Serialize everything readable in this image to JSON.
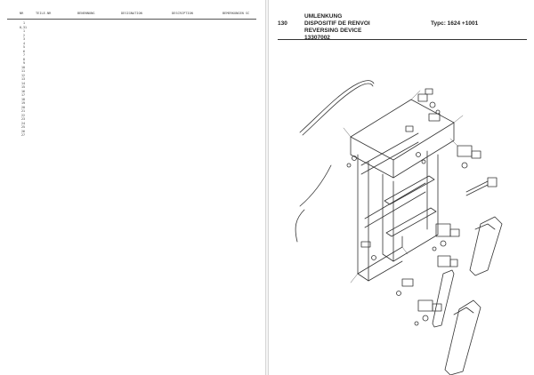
{
  "left_page": {
    "headers": {
      "pos": "NR",
      "qty": "",
      "part": "TEILE-NR",
      "de": "BENENNUNG",
      "fr": "DESIGNATION",
      "en": "DESCRIPTION",
      "rem": "BEMERKUNGEN  SC"
    },
    "rows": [
      {
        "pos": "1",
        "qty": "",
        "part": "",
        "de": "",
        "fr": "",
        "en": "",
        "rem": ""
      },
      {
        "pos": "0,31",
        "qty": "",
        "part": "",
        "de": "",
        "fr": "",
        "en": "",
        "rem": ""
      },
      {
        "pos": "1",
        "qty": "",
        "part": "",
        "de": "",
        "fr": "",
        "en": "",
        "rem": ""
      },
      {
        "pos": "2",
        "qty": "",
        "part": "",
        "de": "",
        "fr": "",
        "en": "",
        "rem": ""
      },
      {
        "pos": "3",
        "qty": "",
        "part": "",
        "de": "",
        "fr": "",
        "en": "",
        "rem": ""
      },
      {
        "pos": "4",
        "qty": "",
        "part": "",
        "de": "",
        "fr": "",
        "en": "",
        "rem": ""
      },
      {
        "pos": "5",
        "qty": "",
        "part": "",
        "de": "",
        "fr": "",
        "en": "",
        "rem": ""
      },
      {
        "pos": "6",
        "qty": "",
        "part": "",
        "de": "",
        "fr": "",
        "en": "",
        "rem": ""
      },
      {
        "pos": "7",
        "qty": "",
        "part": "",
        "de": "",
        "fr": "",
        "en": "",
        "rem": ""
      },
      {
        "pos": "8",
        "qty": "",
        "part": "",
        "de": "",
        "fr": "",
        "en": "",
        "rem": ""
      },
      {
        "pos": "9",
        "qty": "",
        "part": "",
        "de": "",
        "fr": "",
        "en": "",
        "rem": ""
      },
      {
        "pos": "10",
        "qty": "",
        "part": "",
        "de": "",
        "fr": "",
        "en": "",
        "rem": ""
      },
      {
        "pos": "11",
        "qty": "",
        "part": "",
        "de": "",
        "fr": "",
        "en": "",
        "rem": ""
      },
      {
        "pos": "12",
        "qty": "",
        "part": "",
        "de": "",
        "fr": "",
        "en": "",
        "rem": ""
      },
      {
        "pos": "13",
        "qty": "",
        "part": "",
        "de": "",
        "fr": "",
        "en": "",
        "rem": ""
      },
      {
        "pos": "14",
        "qty": "",
        "part": "",
        "de": "",
        "fr": "",
        "en": "",
        "rem": ""
      },
      {
        "pos": "15",
        "qty": "",
        "part": "",
        "de": "",
        "fr": "",
        "en": "",
        "rem": ""
      },
      {
        "pos": "16",
        "qty": "",
        "part": "",
        "de": "",
        "fr": "",
        "en": "",
        "rem": ""
      },
      {
        "pos": "17",
        "qty": "",
        "part": "",
        "de": "",
        "fr": "",
        "en": "",
        "rem": ""
      },
      {
        "pos": "18",
        "qty": "",
        "part": "",
        "de": "",
        "fr": "",
        "en": "",
        "rem": ""
      },
      {
        "pos": "19",
        "qty": "",
        "part": "",
        "de": "",
        "fr": "",
        "en": "",
        "rem": ""
      },
      {
        "pos": "20",
        "qty": "",
        "part": "",
        "de": "",
        "fr": "",
        "en": "",
        "rem": ""
      },
      {
        "pos": "21",
        "qty": "",
        "part": "",
        "de": "",
        "fr": "",
        "en": "",
        "rem": ""
      },
      {
        "pos": "22",
        "qty": "",
        "part": "",
        "de": "",
        "fr": "",
        "en": "",
        "rem": ""
      },
      {
        "pos": "23",
        "qty": "",
        "part": "",
        "de": "",
        "fr": "",
        "en": "",
        "rem": ""
      },
      {
        "pos": "24",
        "qty": "",
        "part": "",
        "de": "",
        "fr": "",
        "en": "",
        "rem": ""
      },
      {
        "pos": "25",
        "qty": "",
        "part": "",
        "de": "",
        "fr": "",
        "en": "",
        "rem": ""
      },
      {
        "pos": "26",
        "qty": "",
        "part": "",
        "de": "",
        "fr": "",
        "en": "",
        "rem": ""
      },
      {
        "pos": "27",
        "qty": "",
        "part": "",
        "de": "",
        "fr": "",
        "en": "",
        "rem": ""
      }
    ],
    "footer_code": ""
  },
  "right_page": {
    "group_number": "130",
    "title_de": "UMLENKUNG",
    "title_fr": "DISPOSITIF DE RENVOI",
    "title_en": "REVERSING DEVICE",
    "part_number": "13307002",
    "type_label": "Typc: 1624   +1001",
    "side_code": ""
  }
}
